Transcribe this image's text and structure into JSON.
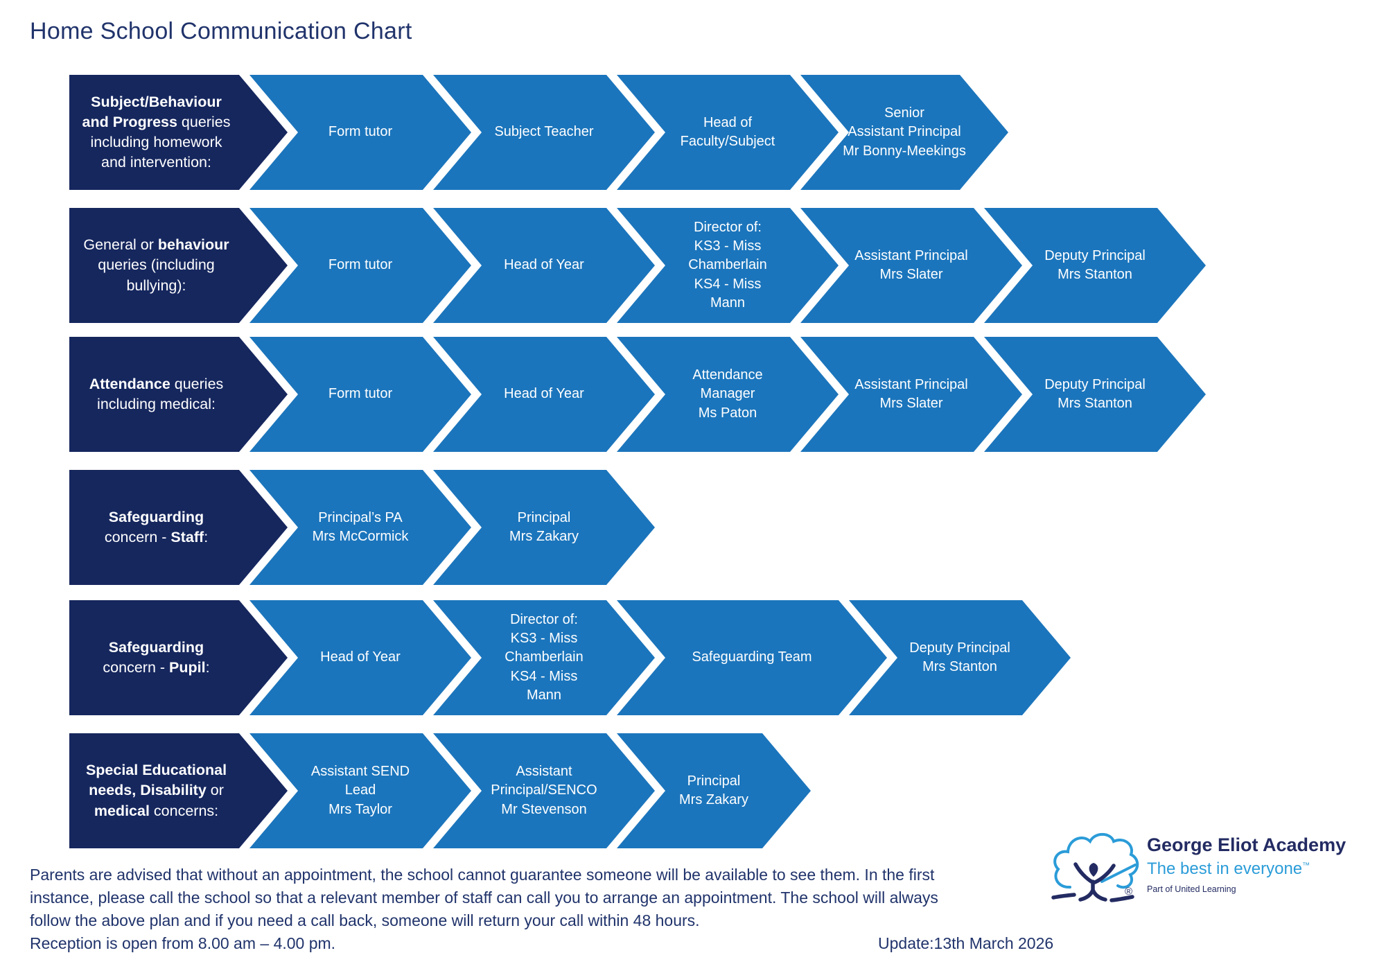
{
  "title": "Home School Communication Chart",
  "brand_colors": {
    "navy": "#16275E",
    "blue": "#1B75BC",
    "logo_light_blue": "#2B9CD8",
    "text_navy": "#20336B"
  },
  "rows": [
    {
      "category": {
        "lines": [
          [
            {
              "t": "Subject/Behaviour",
              "b": true
            }
          ],
          [
            {
              "t": "and Progress",
              "b": true
            },
            {
              "t": " queries",
              "b": false
            }
          ],
          [
            {
              "t": "including homework",
              "b": false
            }
          ],
          [
            {
              "t": "and intervention:",
              "b": false
            }
          ]
        ]
      },
      "steps": [
        {
          "lines": [
            "Form tutor"
          ]
        },
        {
          "lines": [
            "Subject Teacher"
          ]
        },
        {
          "lines": [
            "Head of",
            "Faculty/Subject"
          ]
        },
        {
          "lines": [
            "Senior",
            "Assistant Principal",
            "Mr Bonny-Meekings"
          ]
        }
      ]
    },
    {
      "category": {
        "lines": [
          [
            {
              "t": "General or ",
              "b": false
            },
            {
              "t": "behaviour",
              "b": true
            }
          ],
          [
            {
              "t": "queries (including",
              "b": false
            }
          ],
          [
            {
              "t": "bullying):",
              "b": false
            }
          ]
        ]
      },
      "steps": [
        {
          "lines": [
            "Form tutor"
          ]
        },
        {
          "lines": [
            "Head of Year"
          ]
        },
        {
          "lines": [
            "Director of:",
            "KS3 - Miss",
            "Chamberlain",
            "KS4 - Miss",
            "Mann"
          ]
        },
        {
          "lines": [
            "Assistant Principal",
            "Mrs Slater"
          ]
        },
        {
          "lines": [
            "Deputy Principal",
            "Mrs Stanton"
          ]
        }
      ]
    },
    {
      "category": {
        "lines": [
          [
            {
              "t": "Attendance",
              "b": true
            },
            {
              "t": " queries",
              "b": false
            }
          ],
          [
            {
              "t": "including medical:",
              "b": false
            }
          ]
        ]
      },
      "steps": [
        {
          "lines": [
            "Form tutor"
          ]
        },
        {
          "lines": [
            "Head of Year"
          ]
        },
        {
          "lines": [
            "Attendance",
            "Manager",
            "Ms Paton"
          ]
        },
        {
          "lines": [
            "Assistant Principal",
            "Mrs Slater"
          ]
        },
        {
          "lines": [
            "Deputy Principal",
            "Mrs Stanton"
          ]
        }
      ]
    },
    {
      "category": {
        "lines": [
          [
            {
              "t": "Safeguarding",
              "b": true
            }
          ],
          [
            {
              "t": "concern - ",
              "b": false
            },
            {
              "t": "Staff",
              "b": true
            },
            {
              "t": ":",
              "b": false
            }
          ]
        ]
      },
      "steps": [
        {
          "lines": [
            "Principal’s PA",
            "Mrs McCormick"
          ]
        },
        {
          "lines": [
            "Principal",
            "Mrs Zakary"
          ]
        }
      ]
    },
    {
      "category": {
        "lines": [
          [
            {
              "t": "Safeguarding",
              "b": true
            }
          ],
          [
            {
              "t": "concern - ",
              "b": false
            },
            {
              "t": "Pupil",
              "b": true
            },
            {
              "t": ":",
              "b": false
            }
          ]
        ]
      },
      "steps": [
        {
          "lines": [
            "Head of Year"
          ]
        },
        {
          "lines": [
            "Director of:",
            "KS3 - Miss",
            "Chamberlain",
            "KS4 - Miss",
            "Mann"
          ]
        },
        {
          "lines": [
            "Safeguarding Team"
          ]
        },
        {
          "lines": [
            "Deputy Principal",
            "Mrs Stanton"
          ]
        }
      ]
    },
    {
      "category": {
        "lines": [
          [
            {
              "t": "Special Educational",
              "b": true
            }
          ],
          [
            {
              "t": "needs, Disability",
              "b": true
            },
            {
              "t": " or",
              "b": false
            }
          ],
          [
            {
              "t": "medical",
              "b": true
            },
            {
              "t": " concerns:",
              "b": false
            }
          ]
        ]
      },
      "steps": [
        {
          "lines": [
            "Assistant SEND",
            "Lead",
            "Mrs Taylor"
          ]
        },
        {
          "lines": [
            "Assistant",
            "Principal/SENCO",
            "Mr Stevenson"
          ]
        },
        {
          "lines": [
            "Principal",
            "Mrs Zakary"
          ]
        }
      ]
    }
  ],
  "footer": {
    "lines": [
      "Parents are advised that without an appointment, the school cannot guarantee someone will be available to see them. In the first",
      "instance, please call the school so that a relevant member of staff can call you to arrange an appointment. The school will always",
      "follow the above plan and if you need a call back, someone will return your call within 48 hours.",
      "Reception is open from 8.00 am – 4.00 pm."
    ],
    "update": "Update:13th March 2026"
  },
  "logo": {
    "name": "George Eliot Academy",
    "tagline": "The best in everyone",
    "tm": "™",
    "reg": "®",
    "sub": "Part of United Learning"
  }
}
